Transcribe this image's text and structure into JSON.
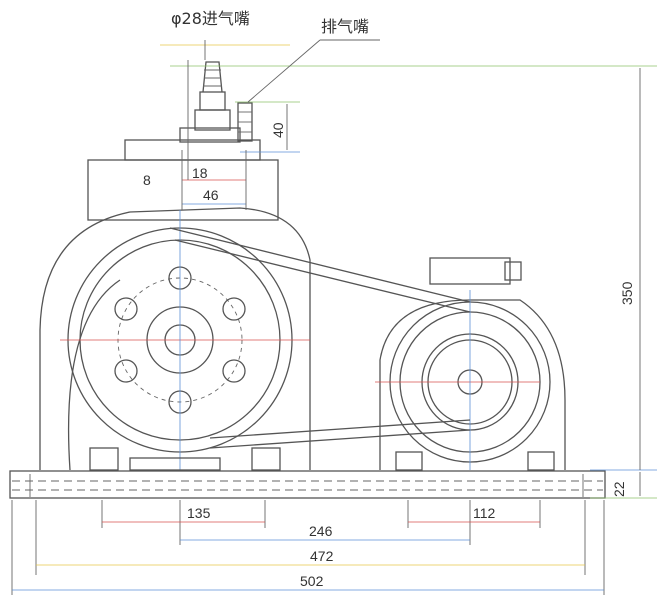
{
  "labels": {
    "inlet": "φ28进气嘴",
    "exhaust": "排气嘴"
  },
  "dimensions": {
    "d8": "8",
    "d18": "18",
    "d46": "46",
    "d40": "40",
    "d350": "350",
    "d22": "22",
    "d135": "135",
    "d246": "246",
    "d112": "112",
    "d472": "472",
    "d502": "502"
  }
}
